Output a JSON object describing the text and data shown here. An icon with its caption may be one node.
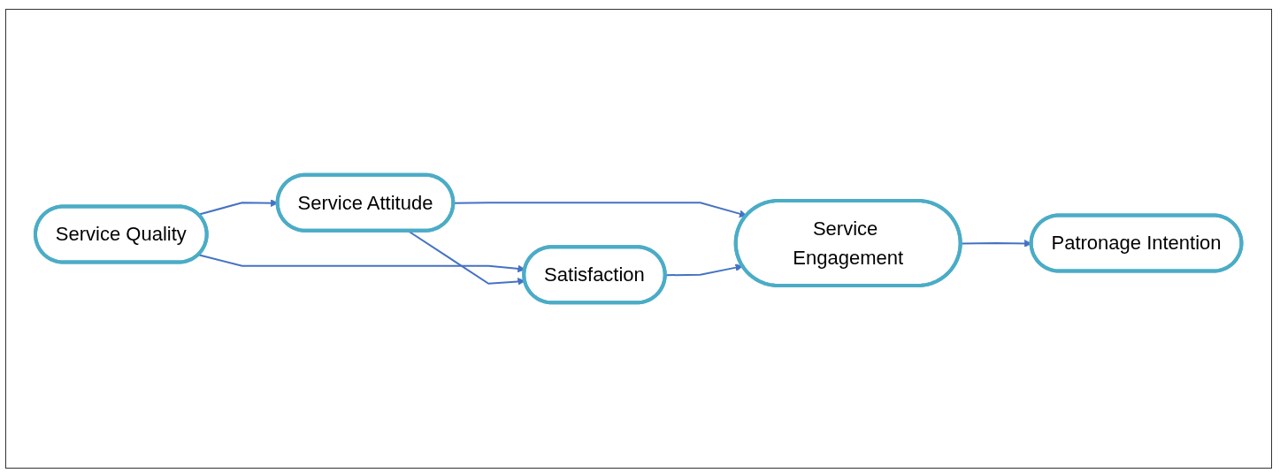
{
  "diagram": {
    "nodes": [
      {
        "text": [
          "Service Quality"
        ]
      },
      {
        "text": [
          "Service Attitude"
        ]
      },
      {
        "text": [
          "Satisfaction"
        ]
      },
      {
        "text": [
          "Service Engagement"
        ]
      },
      {
        "text": [
          "Patronage Intention"
        ]
      }
    ],
    "edges": [
      {
        "from": 0,
        "to": 1,
        "arrow": "to"
      },
      {
        "from": 0,
        "to": 2,
        "arrow": "to"
      },
      {
        "from": 1,
        "to": 2,
        "arrow": "to"
      },
      {
        "from": 1,
        "to": 3,
        "arrow": "to"
      },
      {
        "from": 2,
        "to": 3,
        "arrow": "to"
      },
      {
        "from": 3,
        "to": 4,
        "arrow": "to"
      }
    ]
  }
}
